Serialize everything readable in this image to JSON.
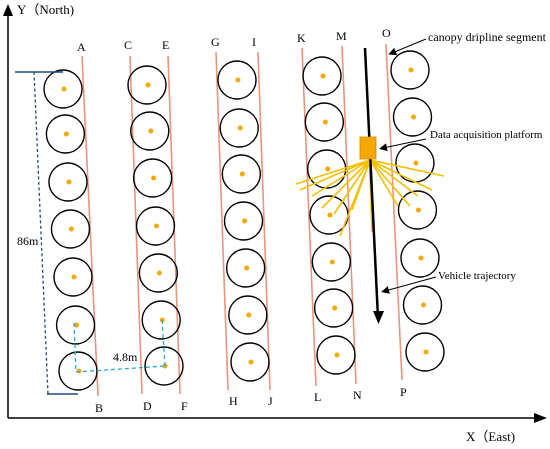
{
  "axes": {
    "y_label": "Y（North)",
    "x_label": "X（East)"
  },
  "row_labels_top": [
    "A",
    "C",
    "E",
    "G",
    "I",
    "K",
    "M",
    "O"
  ],
  "row_labels_bottom": [
    "B",
    "D",
    "F",
    "H",
    "J",
    "L",
    "N",
    "P"
  ],
  "measurements": {
    "row_length": "86m",
    "row_spacing": "4.8m"
  },
  "annotations": {
    "canopy": "canopy  dripline segment",
    "platform": "Data acquisition platform",
    "vehicle": "Vehicle trajectory"
  },
  "colors": {
    "dripline": "#e8957f",
    "tree_center": "#f5a800",
    "platform": "#f5a800",
    "sensor_beam": "#f5c000",
    "measure": "#2ba8d8",
    "axis": "#000000"
  }
}
